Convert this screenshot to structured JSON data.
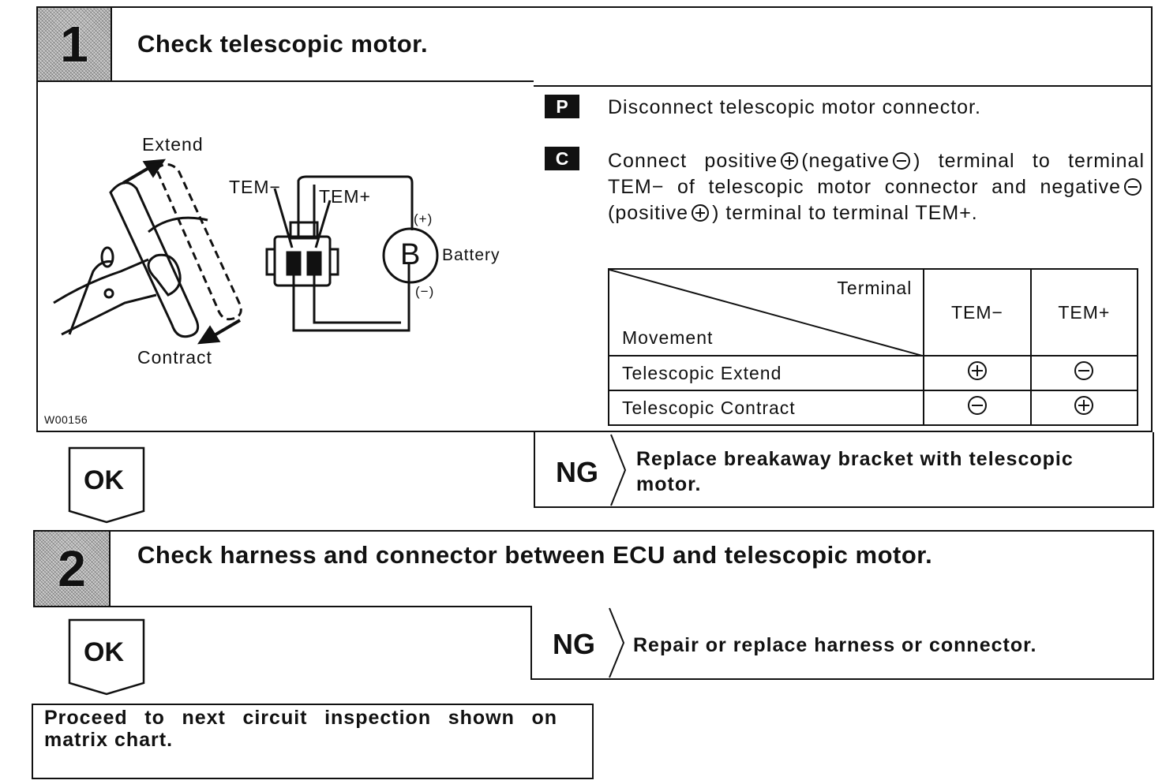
{
  "step1": {
    "number": "1",
    "title": "Check telescopic motor.",
    "figure": {
      "extend_label": "Extend",
      "contract_label": "Contract",
      "tem_minus_label": "TEM−",
      "tem_plus_label": "TEM+",
      "battery_letter": "B",
      "battery_label": "Battery",
      "battery_pos": "(+)",
      "battery_neg": "(−)",
      "figure_code": "W00156"
    },
    "prep_tag": "P",
    "prep_text": "Disconnect telescopic motor connector.",
    "check_tag": "C",
    "check_text": {
      "a": "Connect positive",
      "b": "(negative",
      "c": ") terminal to terminal TEM− of telescopic motor connector and negative",
      "d": "(positive",
      "e": ") terminal to terminal TEM+."
    },
    "table": {
      "header_terminal": "Terminal",
      "header_movement": "Movement",
      "columns": [
        "TEM−",
        "TEM+"
      ],
      "rows": [
        {
          "movement": "Telescopic Extend",
          "values": [
            "plus",
            "minus"
          ]
        },
        {
          "movement": "Telescopic Contract",
          "values": [
            "minus",
            "plus"
          ]
        }
      ]
    },
    "ok_label": "OK",
    "ng_label": "NG",
    "ng_text": "Replace breakaway bracket with telescopic motor."
  },
  "step2": {
    "number": "2",
    "title": "Check harness and connector between ECU and telescopic motor.",
    "ok_label": "OK",
    "ng_label": "NG",
    "ng_text": "Repair or replace harness or connector."
  },
  "final_text": "Proceed to next circuit inspection shown on matrix chart."
}
